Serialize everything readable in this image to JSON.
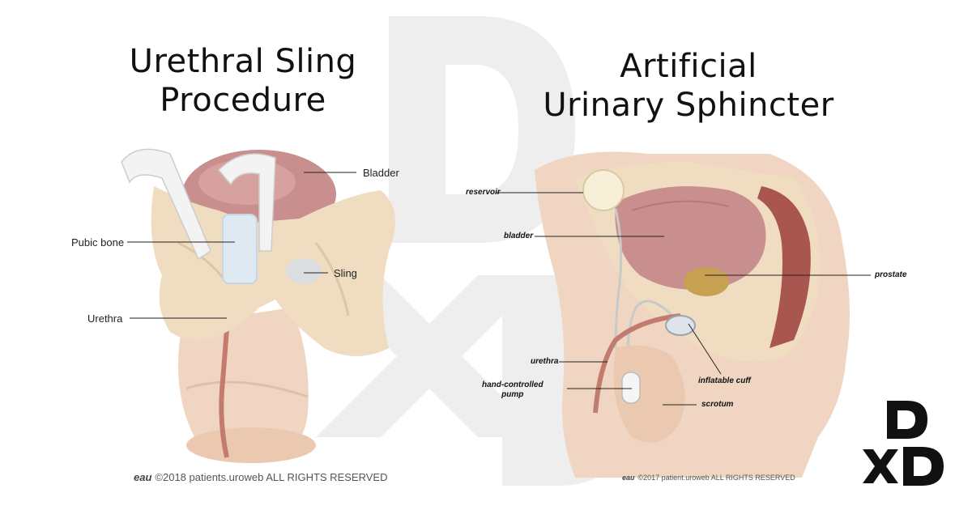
{
  "titles": {
    "left_line1": "Urethral Sling",
    "left_line2": "Procedure",
    "right_line1": "Artificial",
    "right_line2": "Urinary Sphincter"
  },
  "left_labels": {
    "bladder": "Bladder",
    "pubic_bone": "Pubic bone",
    "sling": "Sling",
    "urethra": "Urethra"
  },
  "right_labels": {
    "reservoir": "reservoir",
    "bladder": "bladder",
    "prostate": "prostate",
    "urethra": "urethra",
    "pump_line1": "hand-controlled",
    "pump_line2": "pump",
    "cuff": "inflatable cuff",
    "scrotum": "scrotum"
  },
  "copyright": {
    "left_logo": "eau",
    "left_text": "©2018 patients.uroweb ALL RIGHTS RESERVED",
    "right_logo": "eau",
    "right_text": "©2017 patient.uroweb ALL RIGHTS RESERVED"
  },
  "logo": {
    "top": "D",
    "cross": "×",
    "bottom": "D"
  },
  "colors": {
    "skin": "#f0d6c2",
    "bone": "#efdcc1",
    "bladder": "#c98e8e",
    "muscle": "#a8564f",
    "sling": "#eef3f8",
    "prostate": "#c8a052",
    "watermark": "#eeeeee"
  }
}
